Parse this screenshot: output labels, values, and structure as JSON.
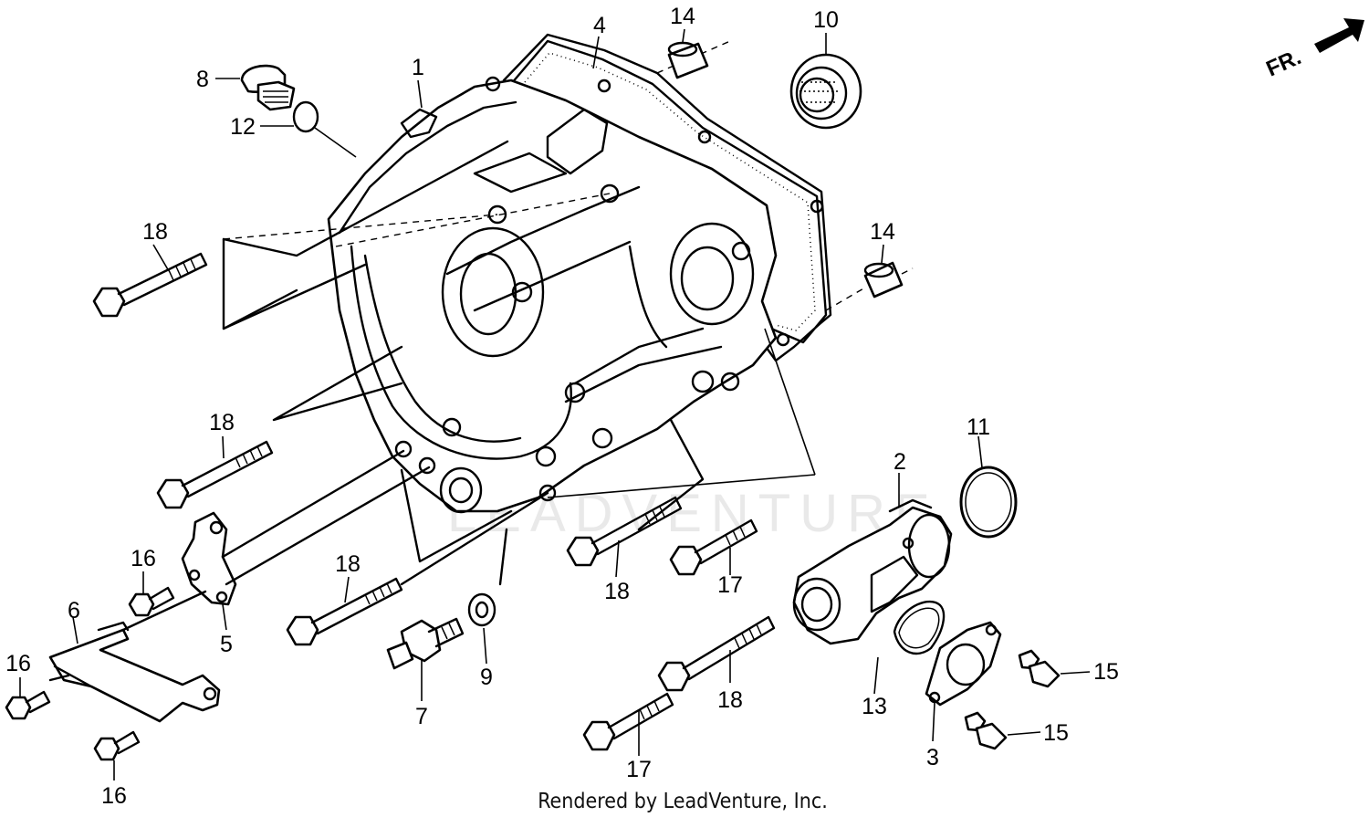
{
  "diagram": {
    "direction_label": "FR.",
    "watermark": "LEADVENTURE",
    "footer": "Rendered by LeadVenture, Inc.",
    "callouts": [
      {
        "id": "c1",
        "label": "1"
      },
      {
        "id": "c2",
        "label": "2"
      },
      {
        "id": "c3",
        "label": "3"
      },
      {
        "id": "c4",
        "label": "4"
      },
      {
        "id": "c5",
        "label": "5"
      },
      {
        "id": "c6",
        "label": "6"
      },
      {
        "id": "c7",
        "label": "7"
      },
      {
        "id": "c8",
        "label": "8"
      },
      {
        "id": "c9",
        "label": "9"
      },
      {
        "id": "c10",
        "label": "10"
      },
      {
        "id": "c11",
        "label": "11"
      },
      {
        "id": "c12",
        "label": "12"
      },
      {
        "id": "c13",
        "label": "13"
      },
      {
        "id": "c14a",
        "label": "14"
      },
      {
        "id": "c14b",
        "label": "14"
      },
      {
        "id": "c15a",
        "label": "15"
      },
      {
        "id": "c15b",
        "label": "15"
      },
      {
        "id": "c16a",
        "label": "16"
      },
      {
        "id": "c16b",
        "label": "16"
      },
      {
        "id": "c16c",
        "label": "16"
      },
      {
        "id": "c17a",
        "label": "17"
      },
      {
        "id": "c17b",
        "label": "17"
      },
      {
        "id": "c18a",
        "label": "18"
      },
      {
        "id": "c18b",
        "label": "18"
      },
      {
        "id": "c18c",
        "label": "18"
      },
      {
        "id": "c18d",
        "label": "18"
      },
      {
        "id": "c18e",
        "label": "18"
      }
    ]
  }
}
